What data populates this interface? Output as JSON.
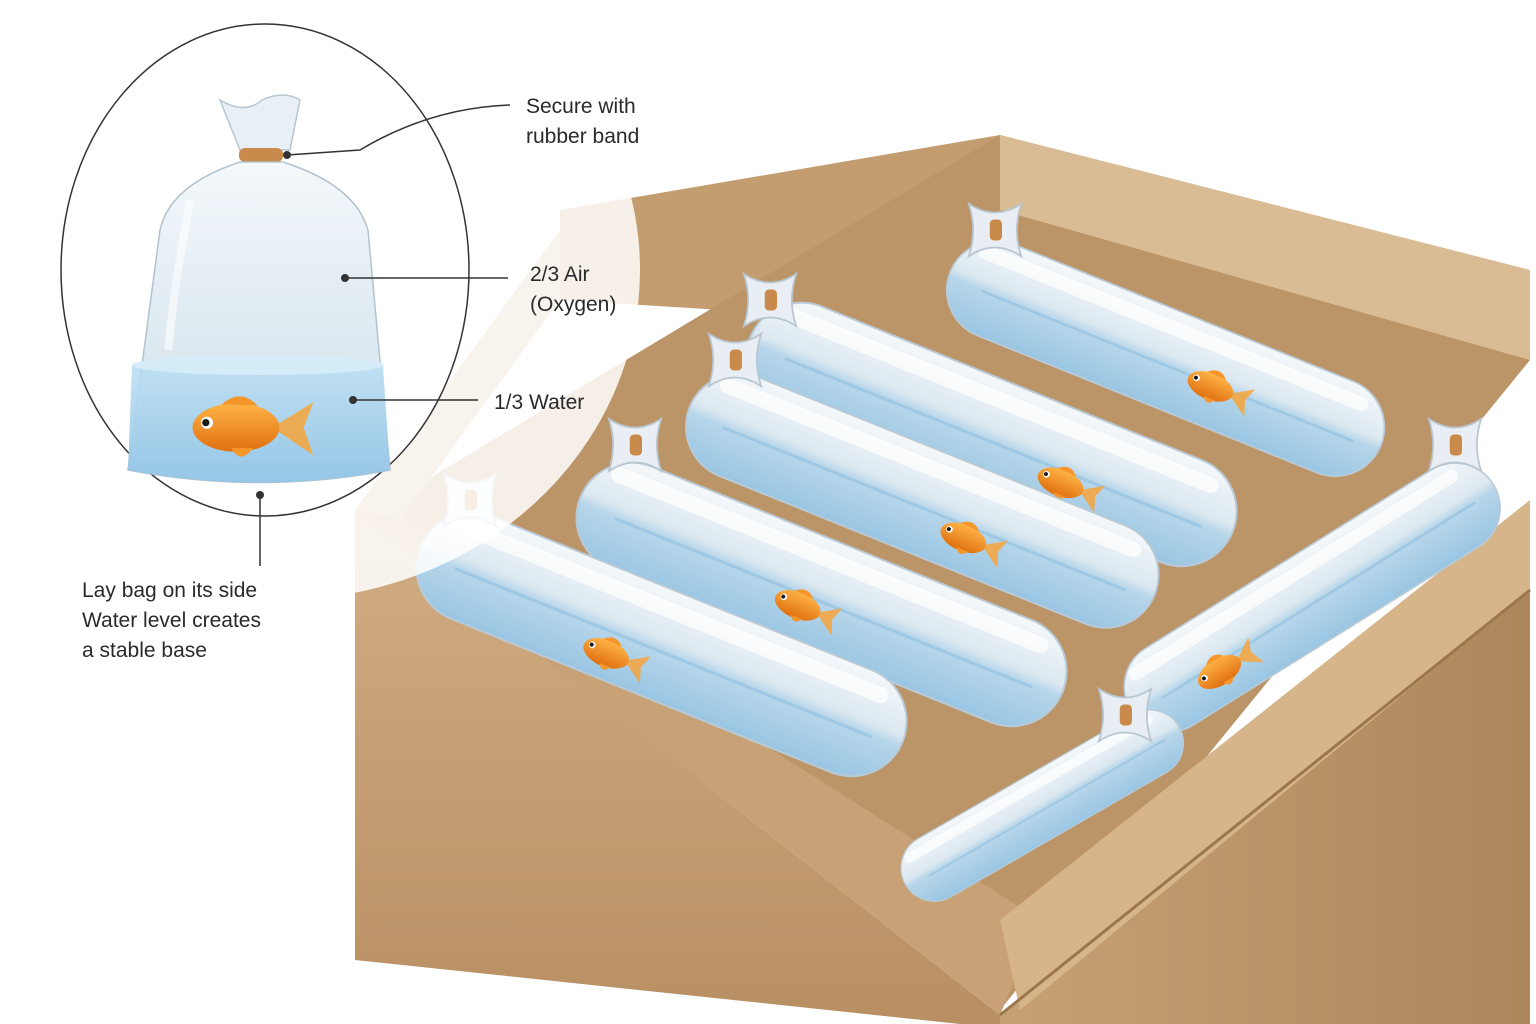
{
  "colors": {
    "cardboard": "#c9a57a",
    "cardboard_dark": "#a9835a",
    "cardboard_light": "#d8b98f",
    "water": "#a9d4ef",
    "bag": "#e4eef5",
    "rubber_band": "#c98a4b",
    "fish": "#f08a1c",
    "leader_line": "#333333"
  },
  "callouts": {
    "rubber_band": {
      "line1": "Secure with",
      "line2": "rubber band"
    },
    "air": {
      "line1": "2/3 Air",
      "line2": "(Oxygen)"
    },
    "water": {
      "line1": "1/3 Water"
    },
    "lay_flat": {
      "line1": "Lay bag on its side",
      "line2": "Water level creates",
      "line3": "a stable base"
    }
  },
  "icons": [
    "goldfish-icon",
    "rubber-band-icon",
    "fish-bag-icon",
    "shipping-box-icon"
  ]
}
